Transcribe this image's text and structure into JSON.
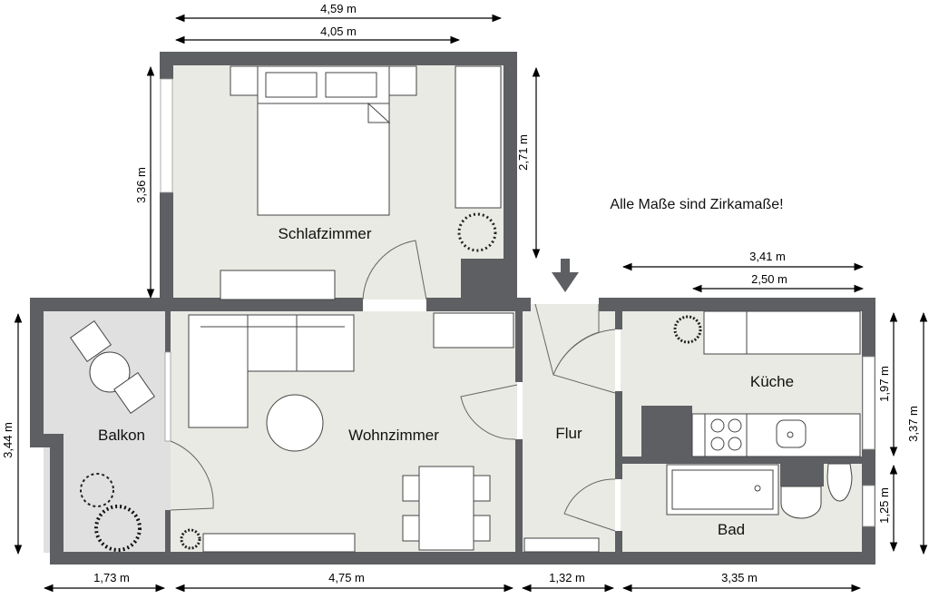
{
  "note": "Alle Maße sind Zirkamaße!",
  "rooms": {
    "schlafzimmer": "Schlafzimmer",
    "wohnzimmer": "Wohnzimmer",
    "balkon": "Balkon",
    "flur": "Flur",
    "kueche": "Küche",
    "bad": "Bad"
  },
  "dimensions": {
    "top_outer": "4,59 m",
    "top_inner": "4,05 m",
    "bedroom_left": "3,36 m",
    "bedroom_right": "2,71 m",
    "kitchen_top_outer": "3,41 m",
    "kitchen_top_inner": "2,50 m",
    "kitchen_right": "1,97 m",
    "bath_right": "1,25 m",
    "right_total": "3,37 m",
    "left_total": "3,44 m",
    "bottom_balkon": "1,73 m",
    "bottom_wohnzimmer": "4,75 m",
    "bottom_flur": "1,32 m",
    "bottom_kueche_bad": "3,35 m"
  },
  "colors": {
    "wall": "#5d5f63",
    "floor": "#e9eae3",
    "balcony": "#e0e0e0"
  }
}
